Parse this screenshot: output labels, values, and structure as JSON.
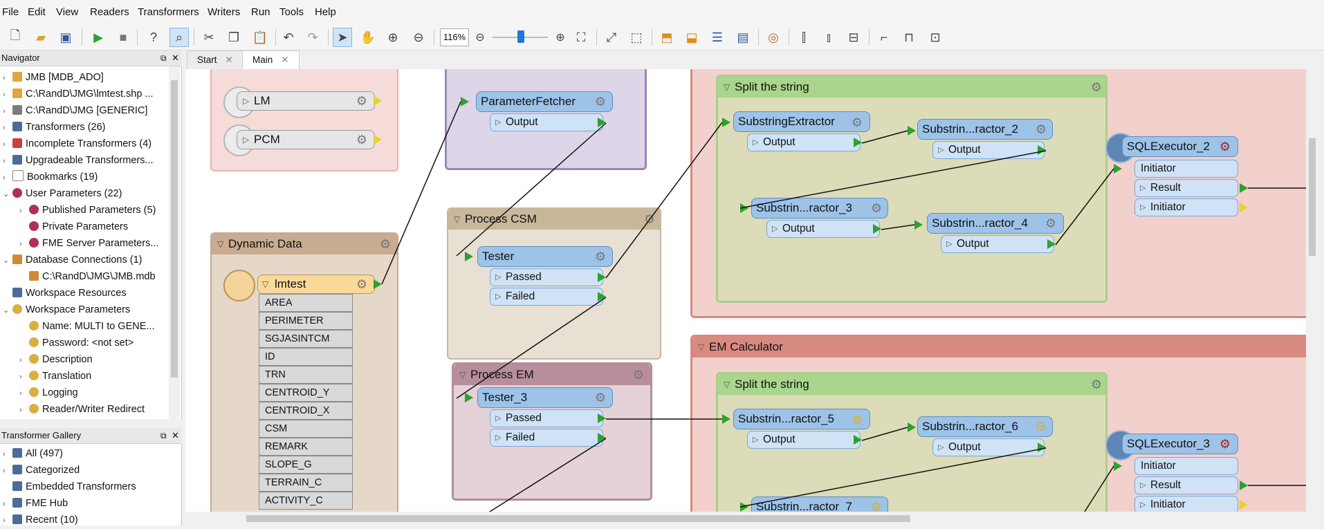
{
  "menu": [
    "File",
    "Edit",
    "View",
    "Readers",
    "Transformers",
    "Writers",
    "Run",
    "Tools",
    "Help"
  ],
  "toolbar": {
    "zoom_value": "116%"
  },
  "navigator": {
    "title": "Navigator",
    "items": [
      {
        "label": "JMB [MDB_ADO]",
        "caret": "›"
      },
      {
        "label": "C:\\RandD\\JMG\\lmtest.shp ...",
        "caret": "›"
      },
      {
        "label": "C:\\RandD\\JMG [GENERIC]",
        "caret": "›"
      },
      {
        "label": "Transformers (26)",
        "caret": "›"
      },
      {
        "label": "Incomplete Transformers (4)",
        "caret": "›"
      },
      {
        "label": "Upgradeable Transformers...",
        "caret": "›"
      },
      {
        "label": "Bookmarks (19)",
        "caret": "›"
      },
      {
        "label": "User Parameters (22)",
        "caret": "⌄"
      },
      {
        "label": "Published Parameters (5)",
        "caret": "›"
      },
      {
        "label": "Private Parameters",
        "caret": ""
      },
      {
        "label": "FME Server Parameters...",
        "caret": "›"
      },
      {
        "label": "Database Connections (1)",
        "caret": "⌄"
      },
      {
        "label": "C:\\RandD\\JMG\\JMB.mdb",
        "caret": ""
      },
      {
        "label": "Workspace Resources",
        "caret": ""
      },
      {
        "label": "Workspace Parameters",
        "caret": "⌄"
      },
      {
        "label": "Name: MULTI to GENE...",
        "caret": ""
      },
      {
        "label": "Password: <not set>",
        "caret": ""
      },
      {
        "label": "Description",
        "caret": "›"
      },
      {
        "label": "Translation",
        "caret": "›"
      },
      {
        "label": "Logging",
        "caret": "›"
      },
      {
        "label": "Reader/Writer Redirect",
        "caret": "›"
      }
    ]
  },
  "gallery": {
    "title": "Transformer Gallery",
    "items": [
      {
        "label": "All (497)",
        "caret": "›"
      },
      {
        "label": "Categorized",
        "caret": "›"
      },
      {
        "label": "Embedded Transformers",
        "caret": ""
      },
      {
        "label": "FME Hub",
        "caret": "›"
      },
      {
        "label": "Recent (10)",
        "caret": "›"
      }
    ]
  },
  "tabs": [
    {
      "label": "Start"
    },
    {
      "label": "Main"
    }
  ],
  "canvas": {
    "feeders": [
      "LM",
      "PCM"
    ],
    "dynamic_data": {
      "title": "Dynamic Data",
      "feature_type": "lmtest",
      "attributes": [
        "AREA",
        "PERIMETER",
        "SGJASINTCM",
        "ID",
        "TRN",
        "CENTROID_Y",
        "CENTROID_X",
        "CSM",
        "REMARK",
        "SLOPE_G",
        "TERRAIN_C",
        "ACTIVITY_C"
      ]
    },
    "param_fetcher": {
      "name": "ParameterFetcher",
      "out": "Output"
    },
    "process_csm": {
      "title": "Process CSM",
      "tester": "Tester",
      "passed": "Passed",
      "failed": "Failed"
    },
    "process_em": {
      "title": "Process EM",
      "tester": "Tester_3",
      "passed": "Passed",
      "failed": "Failed"
    },
    "split1": {
      "title": "Split the string",
      "a": "SubstringExtractor",
      "b": "Substrin...ractor_2",
      "c": "Substrin...ractor_3",
      "d": "Substrin...ractor_4",
      "out": "Output"
    },
    "sql2": {
      "name": "SQLExecutor_2",
      "initiator": "Initiator",
      "result": "Result",
      "initiator_out": "Initiator"
    },
    "em_calc": {
      "title": "EM Calculator"
    },
    "split2": {
      "title": "Split the string",
      "a": "Substrin...ractor_5",
      "b": "Substrin...ractor_6",
      "c": "Substrin...ractor_7",
      "out": "Output"
    },
    "sql3": {
      "name": "SQLExecutor_3",
      "initiator": "Initiator",
      "result": "Result",
      "initiator_out": "Initiator"
    }
  }
}
